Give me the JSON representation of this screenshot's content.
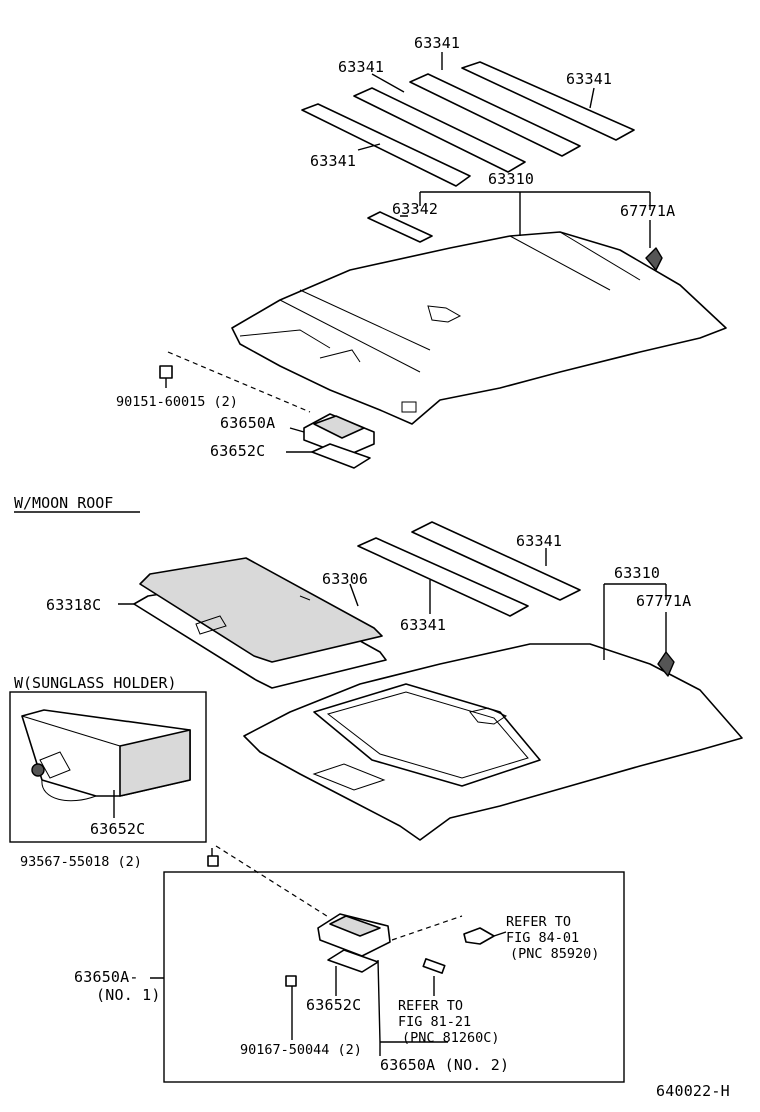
{
  "top_section": {
    "labels": {
      "a": "63341",
      "b": "63341",
      "c": "63341",
      "d": "63341",
      "headliner": "63310",
      "pad": "63342",
      "clip": "67771A",
      "screw": "90151-60015 (2)",
      "lamp": "63650A",
      "lamp_base": "63652C"
    }
  },
  "moon_roof_section": {
    "title": "W/MOON ROOF",
    "labels": {
      "a": "63341",
      "b": "63341",
      "sunshade": "63306",
      "sunshade_frame": "63318C",
      "headliner": "63310",
      "clip": "67771A"
    }
  },
  "sunglass_box": {
    "title": "W(SUNGLASS HOLDER)",
    "label": "63652C"
  },
  "lower_section": {
    "screw_top": "93567-55018 (2)",
    "lamp_assy": "63650A-",
    "lamp_assy_no": "(NO. 1)",
    "lamp_base": "63652C",
    "screw_bottom": "90167-50044 (2)",
    "lamp_no2": "63650A (NO. 2)",
    "refer1": [
      "REFER TO",
      "FIG 84-01",
      "(PNC 85920)"
    ],
    "refer2": [
      "REFER TO",
      "FIG 81-21",
      "(PNC 81260C)"
    ]
  },
  "figure_code": "640022-H"
}
